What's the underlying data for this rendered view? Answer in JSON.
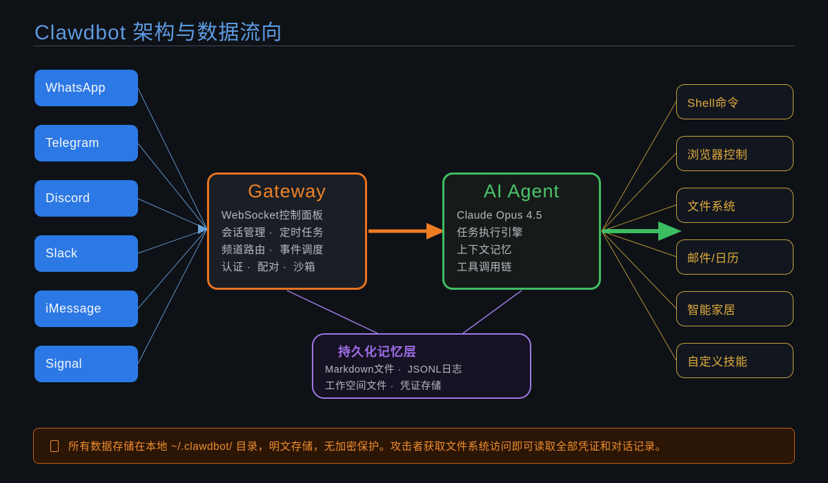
{
  "title": "Clawdbot 架构与数据流向",
  "channels": [
    "WhatsApp",
    "Telegram",
    "Discord",
    "Slack",
    "iMessage",
    "Signal"
  ],
  "gateway": {
    "title": "Gateway",
    "lines": [
      "WebSocket控制面板",
      "会话管理 ·  定时任务",
      "频道路由 ·  事件调度",
      "认证 ·  配对 ·  沙箱"
    ]
  },
  "agent": {
    "title": "AI Agent",
    "lines": [
      "Claude Opus 4.5",
      "任务执行引擎",
      "上下文记忆",
      "工具调用链"
    ]
  },
  "memory": {
    "title": "持久化记忆层",
    "lines": [
      "Markdown文件 ·  JSONL日志",
      "工作空间文件 ·  凭证存储"
    ]
  },
  "skills": [
    "Shell命令",
    "浏览器控制",
    "文件系统",
    "邮件/日历",
    "智能家居",
    "自定义技能"
  ],
  "warning": "所有数据存储在本地 ~/.clawdbot/ 目录，明文存储，无加密保护。攻击者获取文件系统访问即可读取全部凭证和对话记录。",
  "colors": {
    "title_blue": "#5d9ae0",
    "channel_blue": "#2c78e4",
    "gateway_orange": "#e8731f",
    "agent_green": "#3fbf63",
    "memory_purple": "#a279e8",
    "skill_gold": "#c8a23c",
    "warning_orange": "#ee8d2e"
  }
}
